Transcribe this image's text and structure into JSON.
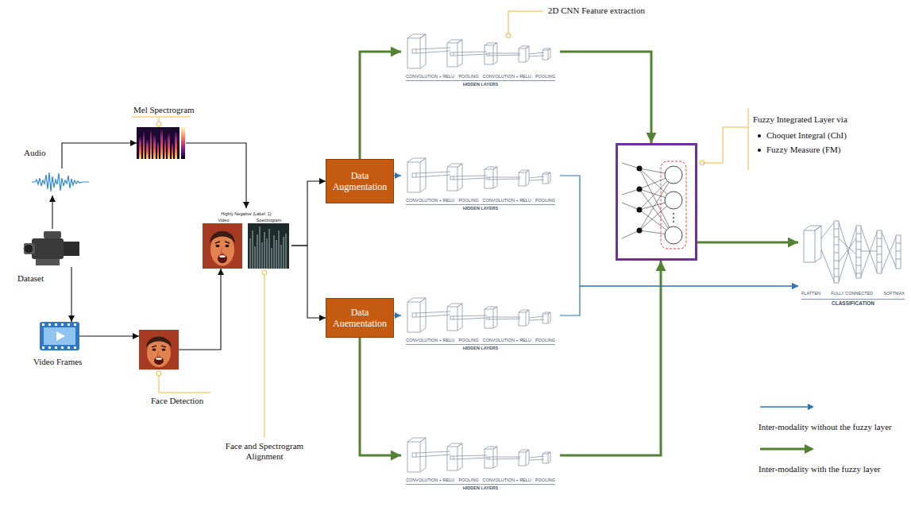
{
  "diagram": {
    "nodes": [
      {
        "text": [
          "Audio"
        ]
      },
      {
        "text": [
          "Dataset"
        ]
      },
      {
        "text": [
          "Video Frames"
        ]
      },
      {
        "text": [
          "Mel Spectrogram"
        ]
      },
      {
        "text": [
          "Face Detection"
        ]
      },
      {
        "text": [
          "Highly Negative (Label: 1)",
          "Video",
          "Spectrogram",
          "Face and Spectrogram Alignment"
        ]
      },
      {
        "text": [
          "Data Augmentation"
        ]
      },
      {
        "text": [
          "Data Auementation"
        ]
      },
      {
        "text": [
          "CONVOLUTION + RELU",
          "POOLING",
          "CONVOLUTION + RELU",
          "POOLING",
          "HIDDEN LAYERS"
        ]
      },
      {
        "text": [
          "CONVOLUTION + RELU",
          "POOLING",
          "CONVOLUTION + RELU",
          "POOLING",
          "HIDDEN LAYERS"
        ]
      },
      {
        "text": [
          "CONVOLUTION + RELU",
          "POOLING",
          "CONVOLUTION + RELU",
          "POOLING",
          "HIDDEN LAYERS"
        ]
      },
      {
        "text": [
          "CONVOLUTION + RELU",
          "POOLING",
          "CONVOLUTION + RELU",
          "POOLING",
          "HIDDEN LAYERS"
        ]
      },
      {
        "text": [
          "Fuzzy Integrated Layer via",
          "Choquet Integral (ChI)",
          "Fuzzy Measure (FM)"
        ]
      },
      {
        "text": [
          "FLATTEN",
          "FULLY CONNECTED",
          "SOFTMAX",
          "CLASSIFICATION"
        ]
      }
    ],
    "edges": [
      {
        "from": 1,
        "to": 0,
        "arrow": "to"
      },
      {
        "from": 1,
        "to": 2,
        "arrow": "to"
      },
      {
        "from": 0,
        "to": 3,
        "arrow": "to"
      },
      {
        "from": 2,
        "to": 4,
        "arrow": "to"
      },
      {
        "from": 4,
        "to": 5,
        "arrow": "to"
      },
      {
        "from": 3,
        "to": 5,
        "arrow": "to"
      },
      {
        "from": 5,
        "to": 6,
        "arrow": "to"
      },
      {
        "from": 5,
        "to": 7,
        "arrow": "to"
      },
      {
        "from": 6,
        "to": 8,
        "arrow": "to"
      },
      {
        "from": 6,
        "to": 9,
        "arrow": "to"
      },
      {
        "from": 7,
        "to": 10,
        "arrow": "to"
      },
      {
        "from": 7,
        "to": 11,
        "arrow": "to"
      },
      {
        "from": 8,
        "to": 12,
        "arrow": "to"
      },
      {
        "from": 11,
        "to": 12,
        "arrow": "to"
      },
      {
        "from": 12,
        "to": 13,
        "arrow": "to"
      },
      {
        "from": 9,
        "to": 13,
        "arrow": "to"
      },
      {
        "from": 10,
        "to": 13,
        "arrow": "to"
      }
    ],
    "labels": [
      "2D CNN Feature extraction"
    ],
    "legend": [
      {
        "text": "Inter-modality without the fuzzy layer"
      },
      {
        "text": "Inter-modality with the fuzzy layer"
      }
    ]
  }
}
